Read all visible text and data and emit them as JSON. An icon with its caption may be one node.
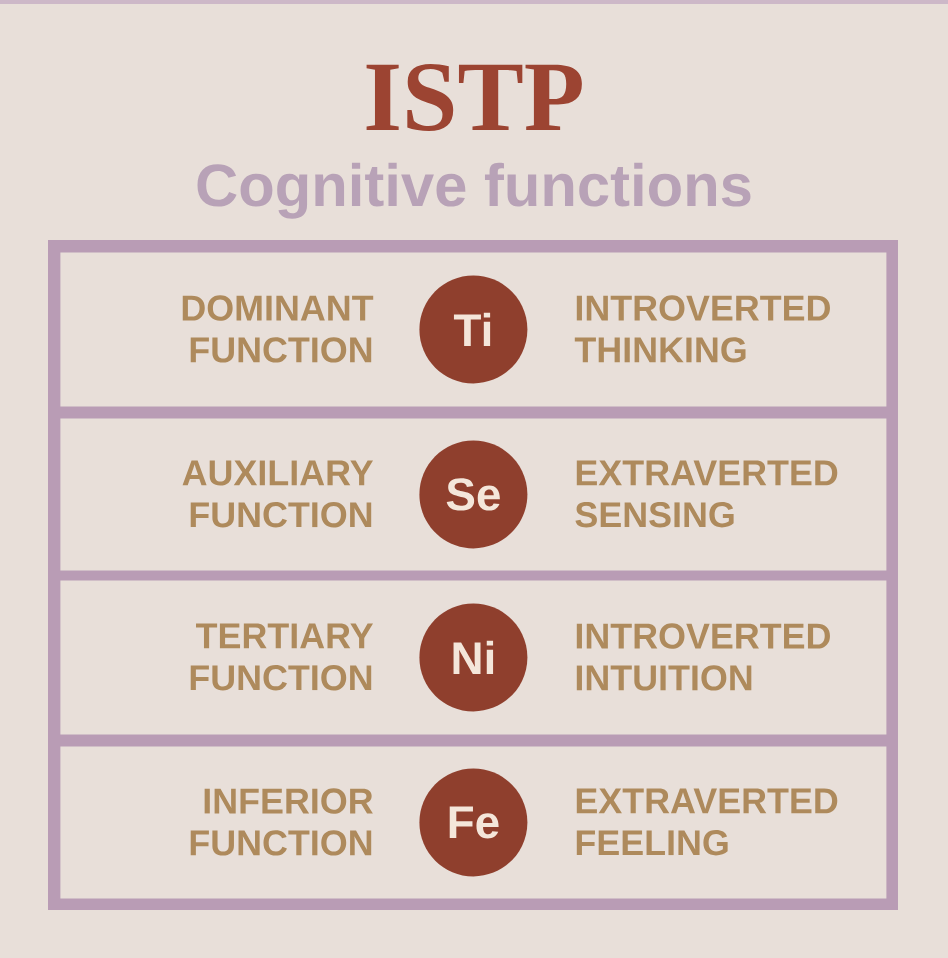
{
  "diagram": {
    "title": "ISTP",
    "nodes": [
      {
        "text": [
          "DOMINANT FUNCTION",
          "INTROVERTED THINKING"
        ]
      },
      {
        "text": [
          "Ti"
        ],
        "in": 0
      },
      {
        "text": [
          "AUXILIARY FUNCTION",
          "EXTRAVERTED SENSING"
        ]
      },
      {
        "text": [
          "Se"
        ],
        "in": 2
      },
      {
        "text": [
          "TERTIARY FUNCTION",
          "INTROVERTED INTUITION"
        ]
      },
      {
        "text": [
          "Ni"
        ],
        "in": 4
      },
      {
        "text": [
          "INFERIOR FUNCTION",
          "EXTRAVERTED FEELING"
        ]
      },
      {
        "text": [
          "Fe"
        ],
        "in": 6
      }
    ],
    "labels": [
      "Cognitive functions"
    ]
  }
}
